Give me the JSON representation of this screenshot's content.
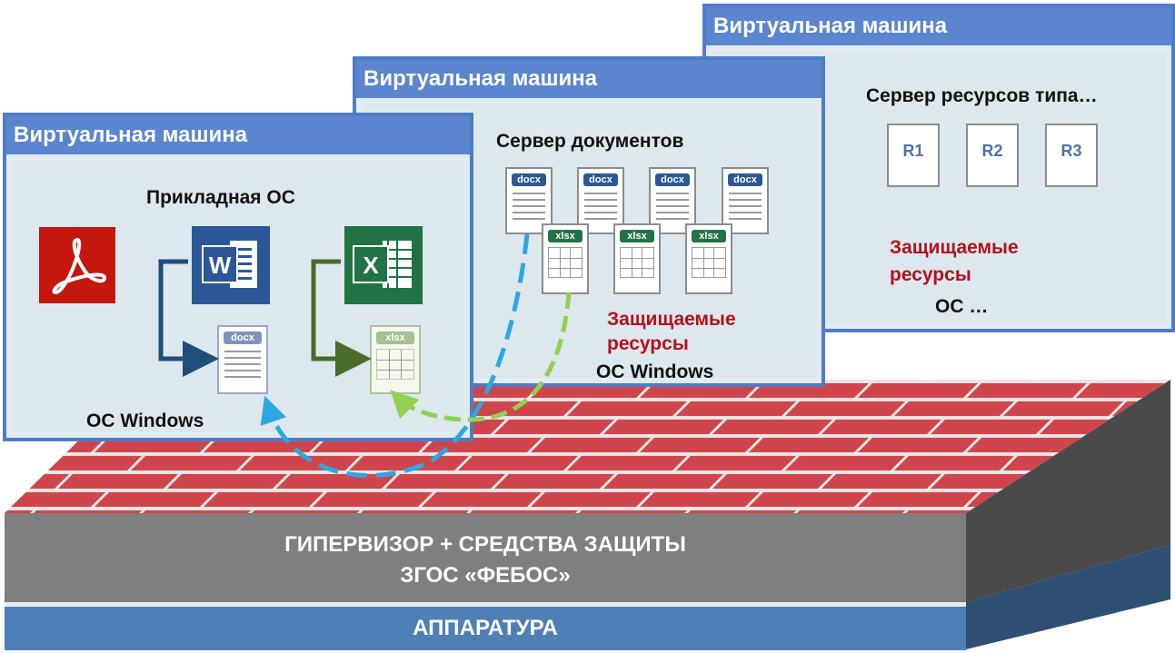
{
  "vm1": {
    "title": "Виртуальная машина",
    "app_os_label": "Прикладная ОС",
    "os_label": "ОС Windows",
    "doc_tag": "docx",
    "xls_tag": "xlsx"
  },
  "vm2": {
    "title": "Виртуальная машина",
    "server_label": "Сервер документов",
    "protected_label": "Защищаемые ресурсы",
    "os_label": "ОС Windows",
    "docx_tags": [
      "docx",
      "docx",
      "docx",
      "docx"
    ],
    "xlsx_tags": [
      "xlsx",
      "xlsx",
      "xlsx"
    ]
  },
  "vm3": {
    "title": "Виртуальная машина",
    "server_label": "Сервер ресурсов типа…",
    "resources": [
      "R1",
      "R2",
      "R3"
    ],
    "protected_label": "Защищаемые ресурсы",
    "os_label": "ОС …"
  },
  "hypervisor": {
    "line1": "ГИПЕРВИЗОР + СРЕДСТВА ЗАЩИТЫ",
    "line2": "ЗГОС «ФЕБОС»"
  },
  "hardware": {
    "label": "АППАРАТУРА"
  },
  "colors": {
    "vm_border": "#4f7cc5",
    "vm_title": "#5b85ce",
    "brick": "#d0454b",
    "mortar": "#e8e8e8",
    "hypervisor": "#7f7f7f",
    "hardware": "#4e7fb5",
    "red_text": "#b3111a",
    "arrow_blue": "#2ea7e0",
    "arrow_green": "#92d050"
  },
  "icons": [
    "acrobat-icon",
    "word-icon",
    "excel-icon",
    "docx-file-icon",
    "xlsx-file-icon"
  ]
}
